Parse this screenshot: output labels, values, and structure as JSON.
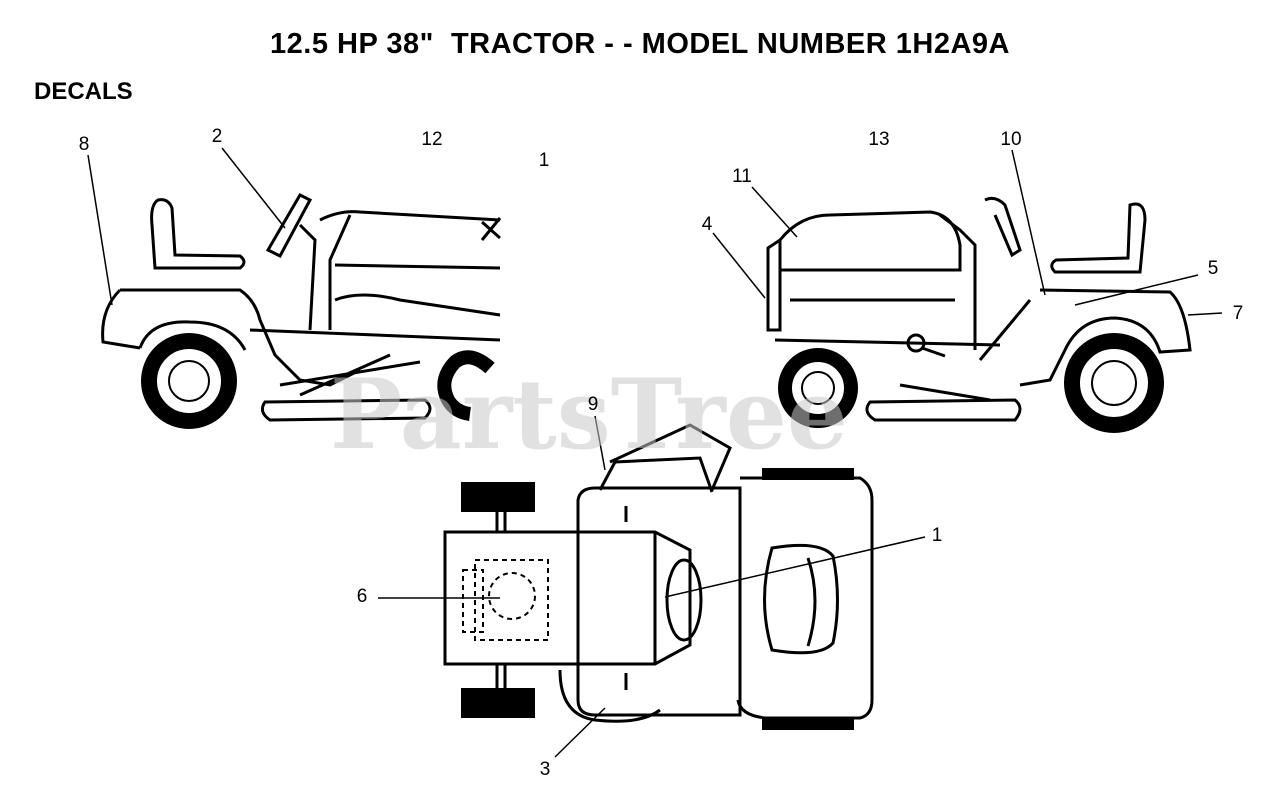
{
  "title": "12.5 HP 38\"  TRACTOR - - MODEL NUMBER 1H2A9A",
  "section_label": "DECALS",
  "watermark": "PartsTree",
  "callouts": {
    "c1_top": "1",
    "c2": "2",
    "c3": "3",
    "c4": "4",
    "c5": "5",
    "c6": "6",
    "c7": "7",
    "c8": "8",
    "c9": "9",
    "c10": "10",
    "c11": "11",
    "c12": "12",
    "c13": "13",
    "c1_bottom": "1"
  }
}
